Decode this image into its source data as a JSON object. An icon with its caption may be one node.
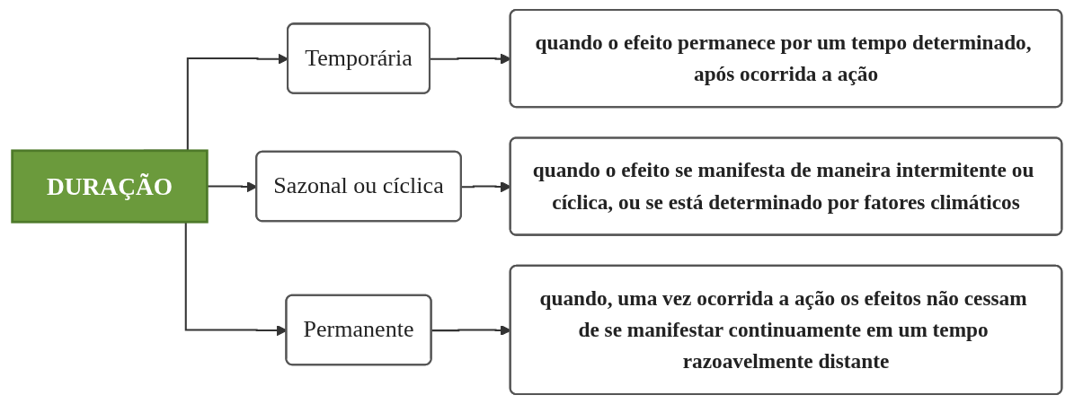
{
  "diagram": {
    "nodes": [
      {
        "text": [
          "DURAÇÃO"
        ]
      },
      {
        "text": [
          "Temporária"
        ]
      },
      {
        "text": [
          "Sazonal ou cíclica"
        ]
      },
      {
        "text": [
          "Permanente"
        ]
      },
      {
        "text": [
          "quando o efeito permanece por um tempo determinado, após ocorrida a ação"
        ]
      },
      {
        "text": [
          "quando o efeito se manifesta de maneira intermitente ou cíclica, ou se está determinado por fatores climáticos"
        ]
      },
      {
        "text": [
          "quando, uma vez ocorrida a ação os efeitos não cessam de se manifestar continuamente em um tempo razoavelmente distante"
        ]
      }
    ],
    "edges": [
      {
        "from": 0,
        "to": 1,
        "arrow": "to"
      },
      {
        "from": 0,
        "to": 2,
        "arrow": "to"
      },
      {
        "from": 0,
        "to": 3,
        "arrow": "to"
      },
      {
        "from": 1,
        "to": 4,
        "arrow": "to"
      },
      {
        "from": 2,
        "to": 5,
        "arrow": "to"
      },
      {
        "from": 3,
        "to": 6,
        "arrow": "to"
      }
    ]
  }
}
